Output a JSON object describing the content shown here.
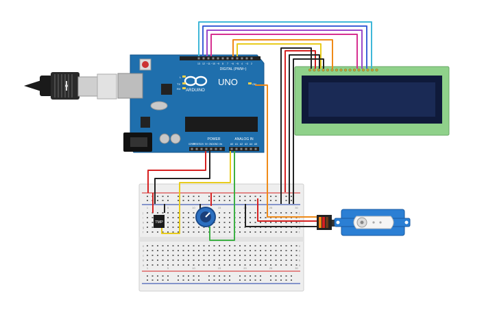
{
  "arduino": {
    "brand": "ARDUINO",
    "model": "UNO",
    "digital_label": "DIGITAL (PWM~)",
    "power_label": "POWER",
    "analog_label": "ANALOG IN",
    "aref_label": "AREF",
    "gnd_label": "GND",
    "tx_label": "TX",
    "rx_label": "RX",
    "l_label": "L",
    "on_label": "ON",
    "tx0_label": "TX▸1",
    "rx0_label": "RX◂0",
    "digital_pins": [
      "13",
      "12",
      "~11",
      "~10",
      "~9",
      "8",
      "7",
      "~6",
      "~5",
      "4",
      "~3",
      "2"
    ],
    "power_pins": [
      "IOREF",
      "RESET",
      "3.3V",
      "5V",
      "GND",
      "GND",
      "Vin"
    ],
    "analog_pins": [
      "A0",
      "A1",
      "A2",
      "A3",
      "A4",
      "A5"
    ]
  },
  "tmp_sensor": {
    "label": "TMP"
  },
  "breadboard": {
    "row_letters_top": [
      "j",
      "i",
      "h",
      "g",
      "f"
    ],
    "row_letters_bottom": [
      "e",
      "d",
      "c",
      "b",
      "a"
    ],
    "col_numbers": [
      "1",
      "",
      "",
      "",
      "5",
      "",
      "",
      "",
      "",
      "10",
      "",
      "",
      "",
      "",
      "15",
      "",
      "",
      "",
      "",
      "20",
      "",
      "",
      "",
      "",
      "25",
      "",
      "",
      "",
      "",
      "30"
    ]
  },
  "colors": {
    "board_blue": "#1f6fad",
    "lcd_green": "#8fd18a",
    "lcd_screen": "#1a2a55",
    "wire_red": "#d62020",
    "wire_black": "#222222",
    "wire_yellow": "#e8cc1c",
    "wire_green": "#3cb043",
    "wire_orange": "#ef8a17",
    "wire_cyan": "#3fb7d8",
    "wire_blue": "#3d5fd6",
    "wire_purple": "#9b47c9",
    "wire_magenta": "#d62f8f",
    "servo_blue": "#2b7fd4"
  }
}
